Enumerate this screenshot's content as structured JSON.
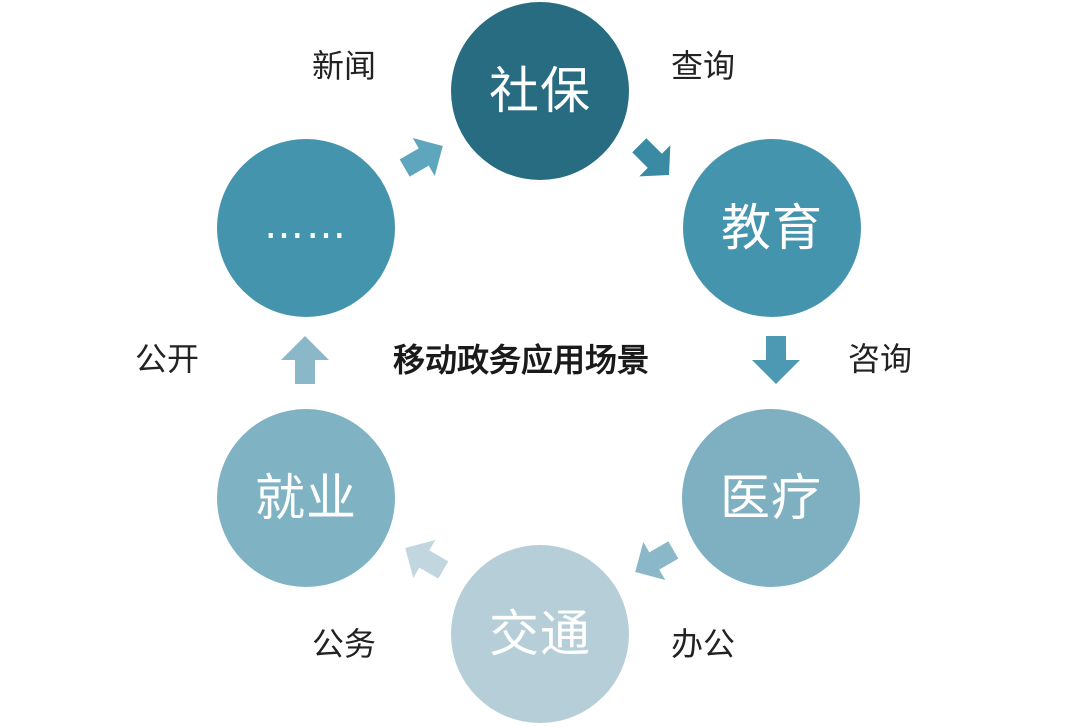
{
  "diagram": {
    "center_title": "移动政务应用场景",
    "nodes": [
      {
        "id": "shebao",
        "label": "社保",
        "color": "#276c80"
      },
      {
        "id": "jiaoyu",
        "label": "教育",
        "color": "#4594ae"
      },
      {
        "id": "yiliao",
        "label": "医疗",
        "color": "#7eb0c2"
      },
      {
        "id": "jiaotong",
        "label": "交通",
        "color": "#b6ced8"
      },
      {
        "id": "jiuye",
        "label": "就业",
        "color": "#7fb3c4"
      },
      {
        "id": "more",
        "label": "……",
        "color": "#4594ae"
      }
    ],
    "side_labels": {
      "news": "新闻",
      "query": "查询",
      "consult": "咨询",
      "office": "办公",
      "affairs": "公务",
      "public": "公开"
    },
    "arrows": [
      {
        "from": "shebao",
        "to": "jiaoyu",
        "color": "#3a8aa3"
      },
      {
        "from": "jiaoyu",
        "to": "yiliao",
        "color": "#4d98b2"
      },
      {
        "from": "yiliao",
        "to": "jiaotong",
        "color": "#8ab8c8"
      },
      {
        "from": "jiaotong",
        "to": "jiuye",
        "color": "#c1d6df"
      },
      {
        "from": "jiuye",
        "to": "more",
        "color": "#8ab8c8"
      },
      {
        "from": "more",
        "to": "shebao",
        "color": "#5ea6bd"
      }
    ]
  }
}
